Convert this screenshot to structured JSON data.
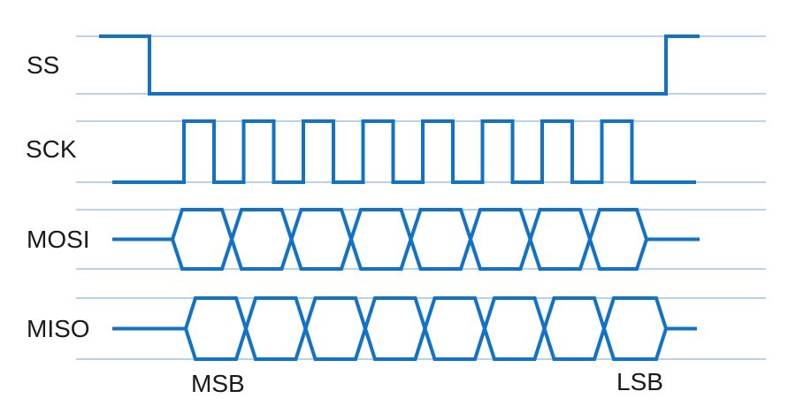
{
  "colors": {
    "wave": "#1272C6",
    "grid": "#9DC3E6",
    "text": "#1A1A1A",
    "background": "#FFFFFF"
  },
  "signals": [
    {
      "label": "SS",
      "kind": "select-line",
      "shape": "high-low-high"
    },
    {
      "label": "SCK",
      "kind": "clock",
      "pulses": 8
    },
    {
      "label": "MOSI",
      "kind": "data-bus",
      "data_cells": 8
    },
    {
      "label": "MISO",
      "kind": "data-bus",
      "data_cells": 8
    }
  ],
  "annotations": {
    "msb": "MSB",
    "lsb": "LSB"
  }
}
